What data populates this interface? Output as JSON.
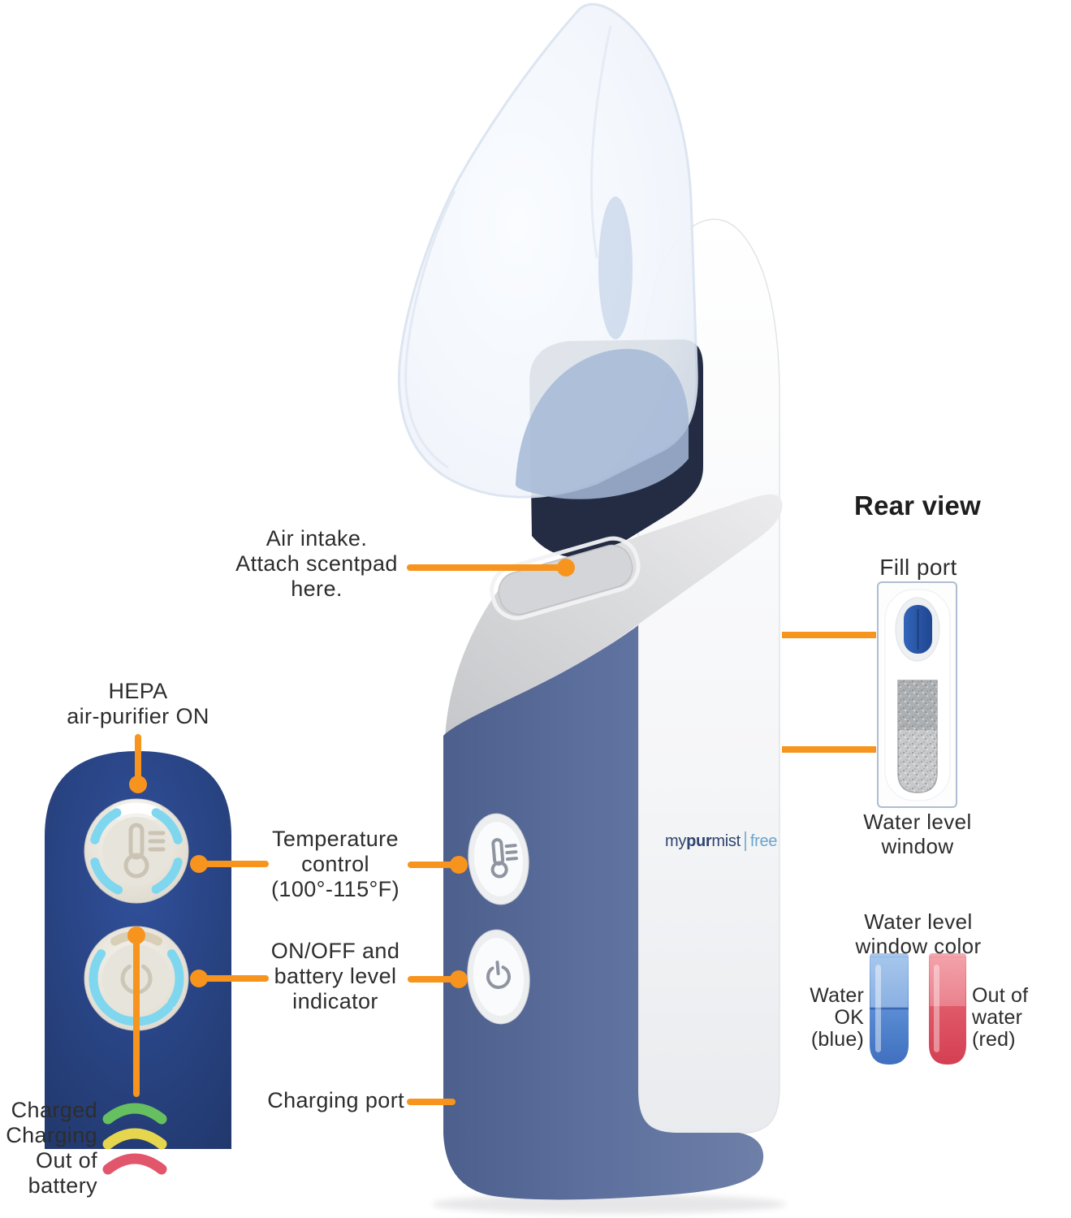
{
  "colors": {
    "accent": "#F7941D",
    "text_dark": "#2D2D2D",
    "panel_navy": "#2A4480",
    "device_blue": "#5C6F9D",
    "arc_blue": "#7FD6EF",
    "battery_charged_green": "#67C05F",
    "battery_charging_yellow": "#E6D64D",
    "battery_out_red": "#E2566B",
    "tube_blue": "#4A7BC4",
    "tube_red": "#DC4F60",
    "fill_port_blue": "#2B55A4",
    "logo_navy": "#2F4470",
    "logo_free_blue": "#6BA4CD"
  },
  "device": {
    "logo": {
      "my": "my",
      "pur": "pur",
      "mist": "mist",
      "free": "free"
    }
  },
  "annotations": {
    "air_intake": "Air intake.\nAttach scentpad\nhere.",
    "hepa": "HEPA\nair-purifier ON",
    "temperature": "Temperature\ncontrol\n(100°-115°F)",
    "on_off": "ON/OFF and\nbattery level\nindicator",
    "charging_port": "Charging port",
    "battery_status": {
      "charged": "Charged",
      "charging": "Charging",
      "out_of_battery": "Out of\nbattery"
    }
  },
  "rear_view": {
    "title": "Rear view",
    "fill_port": "Fill port",
    "water_level_window": "Water level\nwindow",
    "window_color_title": "Water level\nwindow color",
    "water_ok": "Water\nOK\n(blue)",
    "out_of_water": "Out of\nwater\n(red)"
  },
  "icons": {
    "thermometer-icon": "thermometer with heat ticks",
    "power-icon": "power symbol ⏻",
    "battery-charged-arc": "green arc",
    "battery-charging-arc": "yellow arc",
    "battery-out-arc": "red arc"
  }
}
